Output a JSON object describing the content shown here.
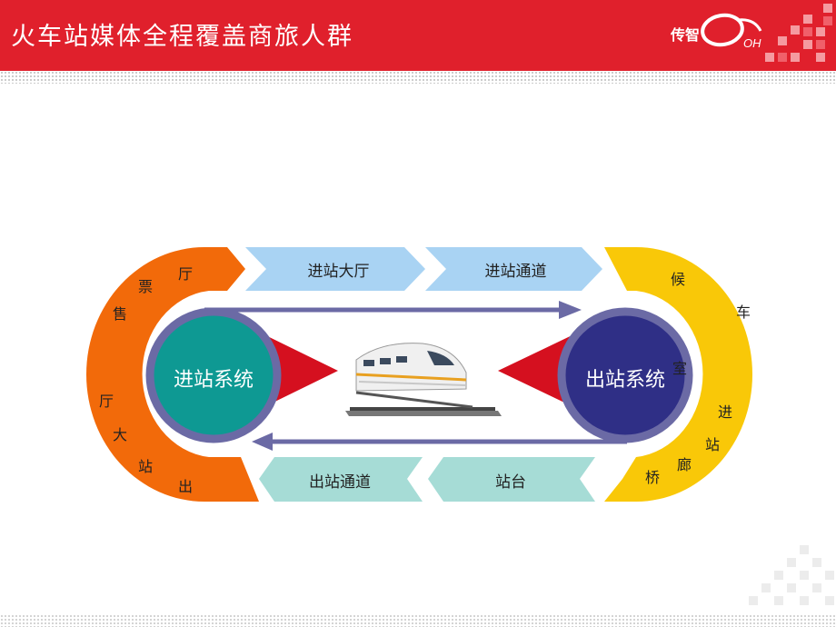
{
  "header": {
    "title": "火车站媒体全程覆盖商旅人群",
    "logo_text": "传智"
  },
  "diagram": {
    "top_chevrons": [
      "进站大厅",
      "进站通道"
    ],
    "bottom_chevrons": [
      "出站通道",
      "站台"
    ],
    "entry_system": "进站系统",
    "exit_system": "出站系统",
    "left_arc_upper": [
      "票",
      "厅",
      "售"
    ],
    "left_arc_lower": [
      "厅",
      "大",
      "站",
      "出"
    ],
    "right_arc": [
      "候",
      "车",
      "室",
      "进",
      "站",
      "廊",
      "桥"
    ]
  },
  "colors": {
    "brand_red": "#e0202c",
    "orange": "#f26a0a",
    "yellow": "#f9c808",
    "chevron_blue": "#a9d3f3",
    "chevron_teal": "#a6dcd6",
    "teal_circle": "#0e9993",
    "navy_circle": "#2f2f86",
    "arrow": "#6b6aa5",
    "triangle_red": "#d5101f"
  }
}
